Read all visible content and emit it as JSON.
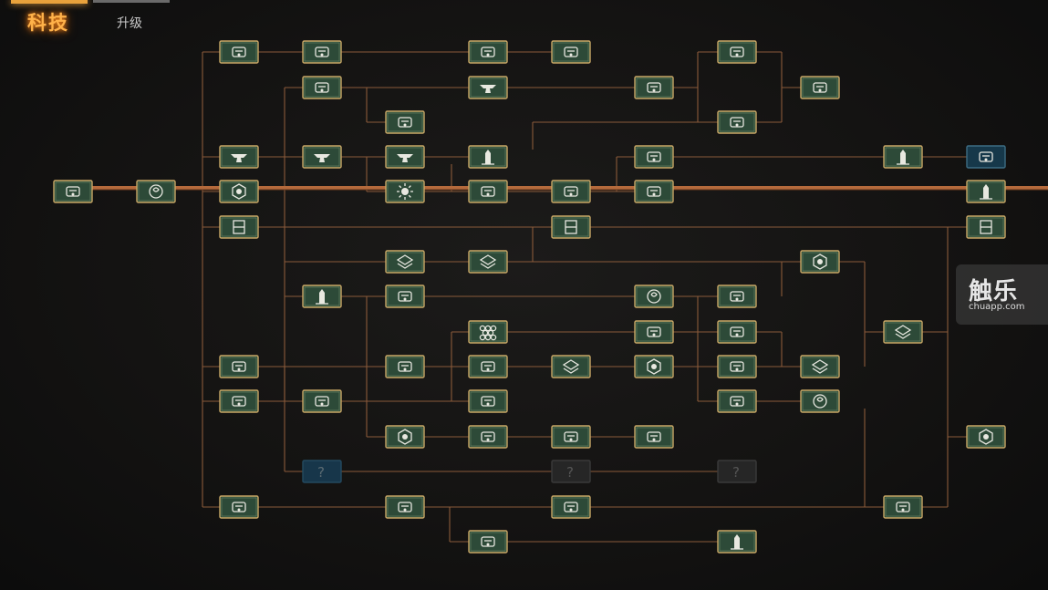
{
  "tabs": {
    "tech": "科技",
    "upgrade": "升级",
    "active": "tech"
  },
  "watermark": {
    "brand": "触乐",
    "site": "chuapp.com"
  },
  "colors": {
    "accent": "#ffb24a",
    "node_fill": "#2d4a38",
    "node_border": "#c9a866",
    "line": "#8a5a3a",
    "main_line": "#b56a3c",
    "blue_node": "#16384a",
    "locked_node": "#262626"
  },
  "tree": {
    "nodes": [
      {
        "id": "n0",
        "icon": "plant-icon",
        "col": 0,
        "row": 4
      },
      {
        "id": "n1",
        "icon": "signal-icon",
        "col": 1,
        "row": 4
      },
      {
        "id": "n2",
        "icon": "crate-icon",
        "col": 2,
        "row": 0
      },
      {
        "id": "n3",
        "icon": "anvil-icon",
        "col": 2,
        "row": 3
      },
      {
        "id": "n4",
        "icon": "core-icon",
        "col": 2,
        "row": 4
      },
      {
        "id": "n5",
        "icon": "frame-icon",
        "col": 2,
        "row": 5
      },
      {
        "id": "n6",
        "icon": "worker-icon",
        "col": 2,
        "row": 9
      },
      {
        "id": "n7",
        "icon": "gear-drill-icon",
        "col": 2,
        "row": 10
      },
      {
        "id": "n8",
        "icon": "pipe-icon",
        "col": 2,
        "row": 13
      },
      {
        "id": "n9",
        "icon": "crate-icon",
        "col": 3,
        "row": 0
      },
      {
        "id": "n10",
        "icon": "ingot-icon",
        "col": 3,
        "row": 1
      },
      {
        "id": "n11",
        "icon": "forge-icon",
        "col": 3,
        "row": 3
      },
      {
        "id": "n12",
        "icon": "tower-icon",
        "col": 3,
        "row": 7
      },
      {
        "id": "n13",
        "icon": "funnel-icon",
        "col": 3,
        "row": 10
      },
      {
        "id": "n14",
        "icon": "unknown-icon",
        "col": 3,
        "row": 12,
        "state": "lockedblue"
      },
      {
        "id": "n15",
        "icon": "sheet-icon",
        "col": 4,
        "row": 2
      },
      {
        "id": "n16",
        "icon": "smelter-icon",
        "col": 4,
        "row": 3
      },
      {
        "id": "n17",
        "icon": "sun-icon",
        "col": 4,
        "row": 4
      },
      {
        "id": "n18",
        "icon": "packet-icon",
        "col": 4,
        "row": 6
      },
      {
        "id": "n19",
        "icon": "tablet-icon",
        "col": 4,
        "row": 7
      },
      {
        "id": "n20",
        "icon": "lab-icon",
        "col": 4,
        "row": 9
      },
      {
        "id": "n21",
        "icon": "core-icon",
        "col": 4,
        "row": 11
      },
      {
        "id": "n22",
        "icon": "turbine-icon",
        "col": 4,
        "row": 13
      },
      {
        "id": "n23",
        "icon": "crate-icon",
        "col": 5,
        "row": 0
      },
      {
        "id": "n24",
        "icon": "anvil-icon",
        "col": 5,
        "row": 1
      },
      {
        "id": "n25",
        "icon": "silo-icon",
        "col": 5,
        "row": 3
      },
      {
        "id": "n26",
        "icon": "battery-icon",
        "col": 5,
        "row": 4
      },
      {
        "id": "n27",
        "icon": "plate-icon",
        "col": 5,
        "row": 6
      },
      {
        "id": "n28",
        "icon": "hex-icon",
        "col": 5,
        "row": 8
      },
      {
        "id": "n29",
        "icon": "refinery-icon",
        "col": 5,
        "row": 9
      },
      {
        "id": "n30",
        "icon": "reactor-icon",
        "col": 5,
        "row": 10
      },
      {
        "id": "n31",
        "icon": "canister-icon",
        "col": 5,
        "row": 11
      },
      {
        "id": "n32",
        "icon": "tent-icon",
        "col": 5,
        "row": 14
      },
      {
        "id": "n33",
        "icon": "bottle-icon",
        "col": 6,
        "row": 0
      },
      {
        "id": "n34",
        "icon": "cloud-icon",
        "col": 6,
        "row": 4
      },
      {
        "id": "n35",
        "icon": "door-icon",
        "col": 6,
        "row": 5
      },
      {
        "id": "n36",
        "icon": "cube-icon",
        "col": 6,
        "row": 9
      },
      {
        "id": "n37",
        "icon": "bullet-icon",
        "col": 6,
        "row": 11
      },
      {
        "id": "n38",
        "icon": "unknown-icon",
        "col": 6,
        "row": 12,
        "state": "locked"
      },
      {
        "id": "n39",
        "icon": "bridge-icon",
        "col": 6,
        "row": 13
      },
      {
        "id": "n40",
        "icon": "rock-icon",
        "col": 7,
        "row": 1
      },
      {
        "id": "n41",
        "icon": "wing-icon",
        "col": 7,
        "row": 3
      },
      {
        "id": "n42",
        "icon": "antenna-icon",
        "col": 7,
        "row": 4
      },
      {
        "id": "n43",
        "icon": "atom-icon",
        "col": 7,
        "row": 7
      },
      {
        "id": "n44",
        "icon": "cable-icon",
        "col": 7,
        "row": 8
      },
      {
        "id": "n45",
        "icon": "core-icon",
        "col": 7,
        "row": 9
      },
      {
        "id": "n46",
        "icon": "cannon-icon",
        "col": 7,
        "row": 11
      },
      {
        "id": "n47",
        "icon": "wrench-icon",
        "col": 8,
        "row": 0
      },
      {
        "id": "n48",
        "icon": "mech-icon",
        "col": 8,
        "row": 2
      },
      {
        "id": "n49",
        "icon": "fireworks-icon",
        "col": 8,
        "row": 7
      },
      {
        "id": "n50",
        "icon": "sail-icon",
        "col": 8,
        "row": 8
      },
      {
        "id": "n51",
        "icon": "satellite-icon",
        "col": 8,
        "row": 9
      },
      {
        "id": "n52",
        "icon": "factory-icon",
        "col": 8,
        "row": 10
      },
      {
        "id": "n53",
        "icon": "unknown-icon",
        "col": 8,
        "row": 12,
        "state": "locked"
      },
      {
        "id": "n54",
        "icon": "lamp-icon",
        "col": 8,
        "row": 14
      },
      {
        "id": "n55",
        "icon": "robot-icon",
        "col": 9,
        "row": 1
      },
      {
        "id": "n56",
        "icon": "core-icon",
        "col": 9,
        "row": 6
      },
      {
        "id": "n57",
        "icon": "layers-icon",
        "col": 9,
        "row": 9
      },
      {
        "id": "n58",
        "icon": "swirl-icon",
        "col": 9,
        "row": 10
      },
      {
        "id": "n59",
        "icon": "rocket-icon",
        "col": 10,
        "row": 3
      },
      {
        "id": "n60",
        "icon": "stack-icon",
        "col": 10,
        "row": 8
      },
      {
        "id": "n61",
        "icon": "flag-icon",
        "col": 10,
        "row": 13
      },
      {
        "id": "n62",
        "icon": "drone-icon",
        "col": 11,
        "row": 3,
        "state": "blue"
      },
      {
        "id": "n63",
        "icon": "tower-light-icon",
        "col": 11,
        "row": 4
      },
      {
        "id": "n64",
        "icon": "gate-icon",
        "col": 11,
        "row": 5
      },
      {
        "id": "n65",
        "icon": "core-icon",
        "col": 11,
        "row": 11
      }
    ]
  }
}
